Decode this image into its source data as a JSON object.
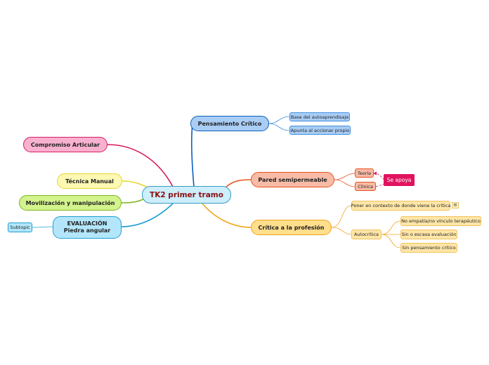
{
  "colors": {
    "pensamiento": "#0b5fbf",
    "pared": "#e8501e",
    "critica": "#f2a51b",
    "compromiso": "#d81b60",
    "tecnica": "#e8d62a",
    "movilizacion": "#7cb51f",
    "evaluacion": "#1f9fd1",
    "se_apoya": "#e0135e"
  },
  "central": {
    "label": "TK2 primer tramo"
  },
  "pensamiento_critico": {
    "label": "Pensamiento Crítico",
    "children": [
      "Base del autoaprendisaje",
      "Apunta al accionar propio"
    ]
  },
  "pared": {
    "label": "Pared semipermeable",
    "children": [
      "Teoría",
      "Clínica"
    ],
    "relation": "Se apoya"
  },
  "critica": {
    "label": "Crítica a la profesión",
    "poner": "Poner en contexto de donde viene la crítica",
    "note_icon": "≡",
    "autocritica": "Autocrítica",
    "autocritica_children": [
      "No empatía/no vínculo terapéutico",
      "Sin o escasa evaluación",
      "Sin pensamiento crítico"
    ]
  },
  "compromiso": {
    "label": "Compromiso Articular"
  },
  "tecnica": {
    "label": "Técnica Manual"
  },
  "movilizacion": {
    "label": "Movilización y manipulación"
  },
  "evaluacion": {
    "line1": "EVALUACIÓN",
    "line2": "Piedra angular",
    "subtopic": "Subtopic"
  }
}
